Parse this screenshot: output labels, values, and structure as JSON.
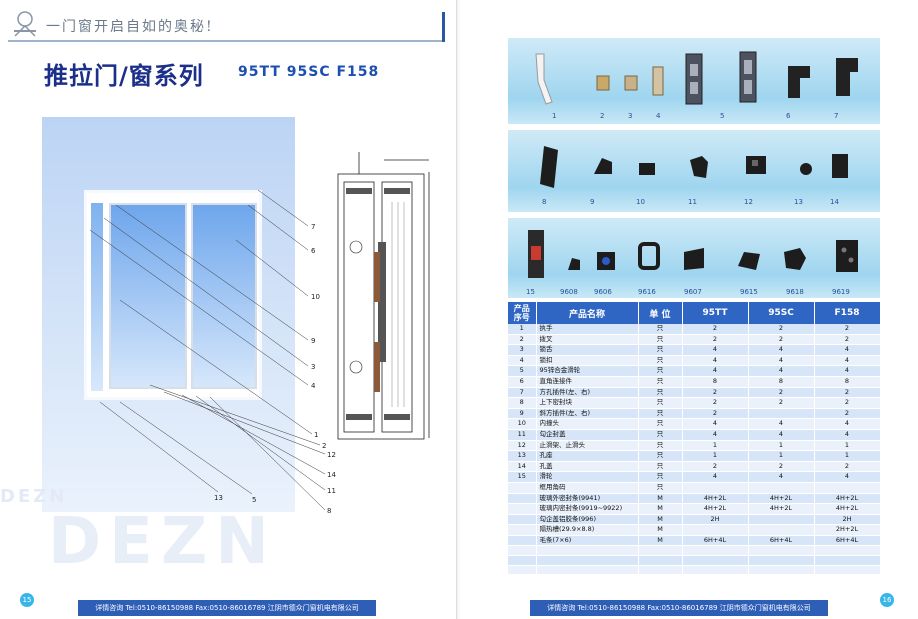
{
  "header": {
    "slogan": "一门窗开启自如的奥秘!",
    "title": "推拉门/窗系列",
    "models": "95TT  95SC  F158"
  },
  "watermark": {
    "big": "DEZN",
    "small": "DEZN"
  },
  "callouts": [
    "7",
    "6",
    "10",
    "9",
    "3",
    "4",
    "1",
    "2",
    "12",
    "14",
    "11",
    "8",
    "13",
    "5"
  ],
  "parts_row1": [
    "1",
    "2",
    "3",
    "4",
    "5",
    "6",
    "7"
  ],
  "parts_row2": [
    "8",
    "9",
    "10",
    "11",
    "12",
    "13",
    "14"
  ],
  "parts_row3": [
    "15",
    "9608",
    "9606",
    "9616",
    "9607",
    "9615",
    "9618",
    "9619"
  ],
  "table": {
    "headers": {
      "seq": "产品\n序号",
      "name": "产品名称",
      "unit": "单 位",
      "m1": "95TT",
      "m2": "95SC",
      "m3": "F158"
    },
    "rows": [
      {
        "seq": "1",
        "name": "执手",
        "unit": "只",
        "a": "2",
        "b": "2",
        "c": "2"
      },
      {
        "seq": "2",
        "name": "拨叉",
        "unit": "只",
        "a": "2",
        "b": "2",
        "c": "2"
      },
      {
        "seq": "3",
        "name": "锁舌",
        "unit": "只",
        "a": "4",
        "b": "4",
        "c": "4"
      },
      {
        "seq": "4",
        "name": "锁扣",
        "unit": "只",
        "a": "4",
        "b": "4",
        "c": "4"
      },
      {
        "seq": "5",
        "name": "95锌合金滑轮",
        "unit": "只",
        "a": "4",
        "b": "4",
        "c": "4"
      },
      {
        "seq": "6",
        "name": "直角连接件",
        "unit": "只",
        "a": "8",
        "b": "8",
        "c": "8"
      },
      {
        "seq": "7",
        "name": "方孔插件(左、右)",
        "unit": "只",
        "a": "2",
        "b": "2",
        "c": "2"
      },
      {
        "seq": "8",
        "name": "上下密封块",
        "unit": "只",
        "a": "2",
        "b": "2",
        "c": "2"
      },
      {
        "seq": "9",
        "name": "斜方插件(左、右)",
        "unit": "只",
        "a": "2",
        "b": "",
        "c": "2"
      },
      {
        "seq": "10",
        "name": "内撞头",
        "unit": "只",
        "a": "4",
        "b": "4",
        "c": "4"
      },
      {
        "seq": "11",
        "name": "勾企封盖",
        "unit": "只",
        "a": "4",
        "b": "4",
        "c": "4"
      },
      {
        "seq": "12",
        "name": "止滑架、止滑头",
        "unit": "只",
        "a": "1",
        "b": "1",
        "c": "1"
      },
      {
        "seq": "13",
        "name": "孔座",
        "unit": "只",
        "a": "1",
        "b": "1",
        "c": "1"
      },
      {
        "seq": "14",
        "name": "孔盖",
        "unit": "只",
        "a": "2",
        "b": "2",
        "c": "2"
      },
      {
        "seq": "15",
        "name": "滑轮",
        "unit": "只",
        "a": "4",
        "b": "4",
        "c": "4"
      },
      {
        "seq": "",
        "name": "框用角码",
        "unit": "只",
        "a": "",
        "b": "",
        "c": ""
      },
      {
        "seq": "",
        "name": "玻璃外密封条(9941)",
        "unit": "M",
        "a": "4H+2L",
        "b": "4H+2L",
        "c": "4H+2L"
      },
      {
        "seq": "",
        "name": "玻璃内密封条(9919~9922)",
        "unit": "M",
        "a": "4H+2L",
        "b": "4H+2L",
        "c": "4H+2L"
      },
      {
        "seq": "",
        "name": "勾企盖铝胶条(996)",
        "unit": "M",
        "a": "2H",
        "b": "",
        "c": "2H"
      },
      {
        "seq": "",
        "name": "隔热槽(29.9×8.8)",
        "unit": "M",
        "a": "",
        "b": "",
        "c": "2H+2L"
      },
      {
        "seq": "",
        "name": "毛条(7×6)",
        "unit": "M",
        "a": "6H+4L",
        "b": "6H+4L",
        "c": "6H+4L"
      },
      {
        "seq": "",
        "name": "",
        "unit": "",
        "a": "",
        "b": "",
        "c": ""
      },
      {
        "seq": "",
        "name": "",
        "unit": "",
        "a": "",
        "b": "",
        "c": ""
      },
      {
        "seq": "",
        "name": "",
        "unit": "",
        "a": "",
        "b": "",
        "c": ""
      }
    ]
  },
  "footer": {
    "text": "详情咨询  Tel:0510-86150988  Fax:0510-86016789   江阴市德众门窗机电有限公司",
    "page_left": "15",
    "page_right": "16"
  },
  "colors": {
    "brand_blue": "#2e5eb6",
    "title_blue": "#1b2f8a",
    "page_badge": "#38b6e8"
  }
}
